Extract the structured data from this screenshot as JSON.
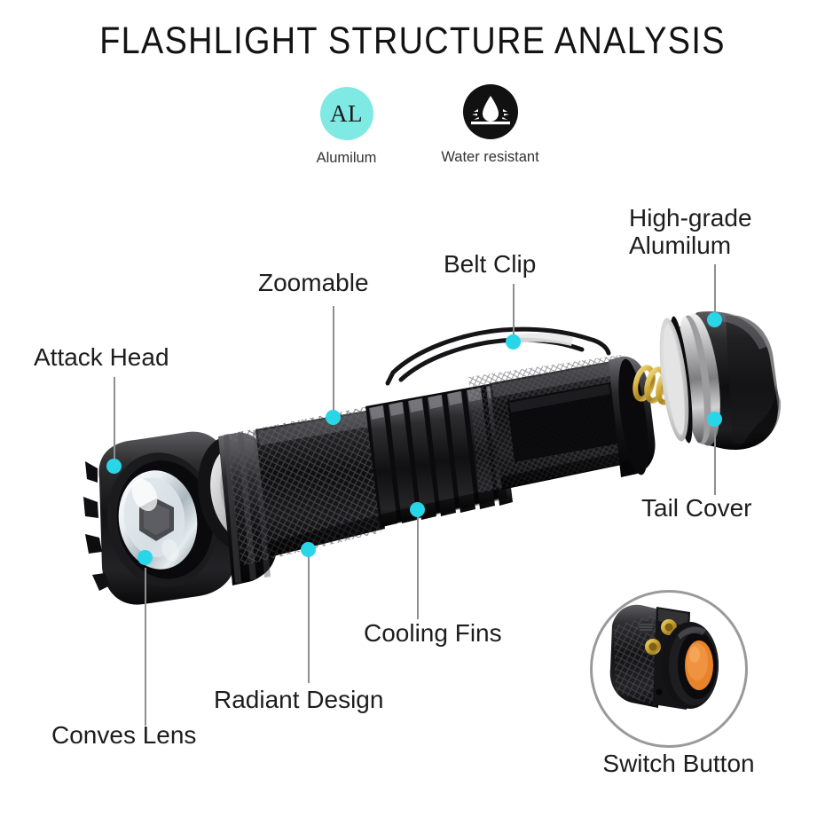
{
  "page": {
    "title": "FLASHLIGHT STRUCTURE ANALYSIS",
    "background_color": "#ffffff"
  },
  "colors": {
    "marker_dot": "#29d6e8",
    "badge_aluminum_fill": "#7fe9e4",
    "badge_water_fill": "#111111",
    "leader_line": "#8e8e8e",
    "text": "#1d1d1d",
    "switch_button": "#e8832a",
    "spring_brass": "#c9a227"
  },
  "badges": [
    {
      "id": "aluminum",
      "icon": "aluminum-badge-icon",
      "glyph": "AL",
      "label": "Alumilum"
    },
    {
      "id": "water-resistant",
      "icon": "water-drop-icon",
      "glyph": "",
      "label": "Water resistant"
    }
  ],
  "callouts": [
    {
      "id": "attack-head",
      "label": "Attack Head"
    },
    {
      "id": "zoomable",
      "label": "Zoomable"
    },
    {
      "id": "belt-clip",
      "label": "Belt Clip"
    },
    {
      "id": "high-grade-line1",
      "label": "High-grade"
    },
    {
      "id": "high-grade-line2",
      "label": "Alumilum"
    },
    {
      "id": "tail-cover",
      "label": "Tail Cover"
    },
    {
      "id": "cooling-fins",
      "label": "Cooling Fins"
    },
    {
      "id": "radiant-design",
      "label": "Radiant Design"
    },
    {
      "id": "conves-lens",
      "label": "Conves Lens"
    }
  ],
  "inset": {
    "caption": "Switch Button"
  }
}
